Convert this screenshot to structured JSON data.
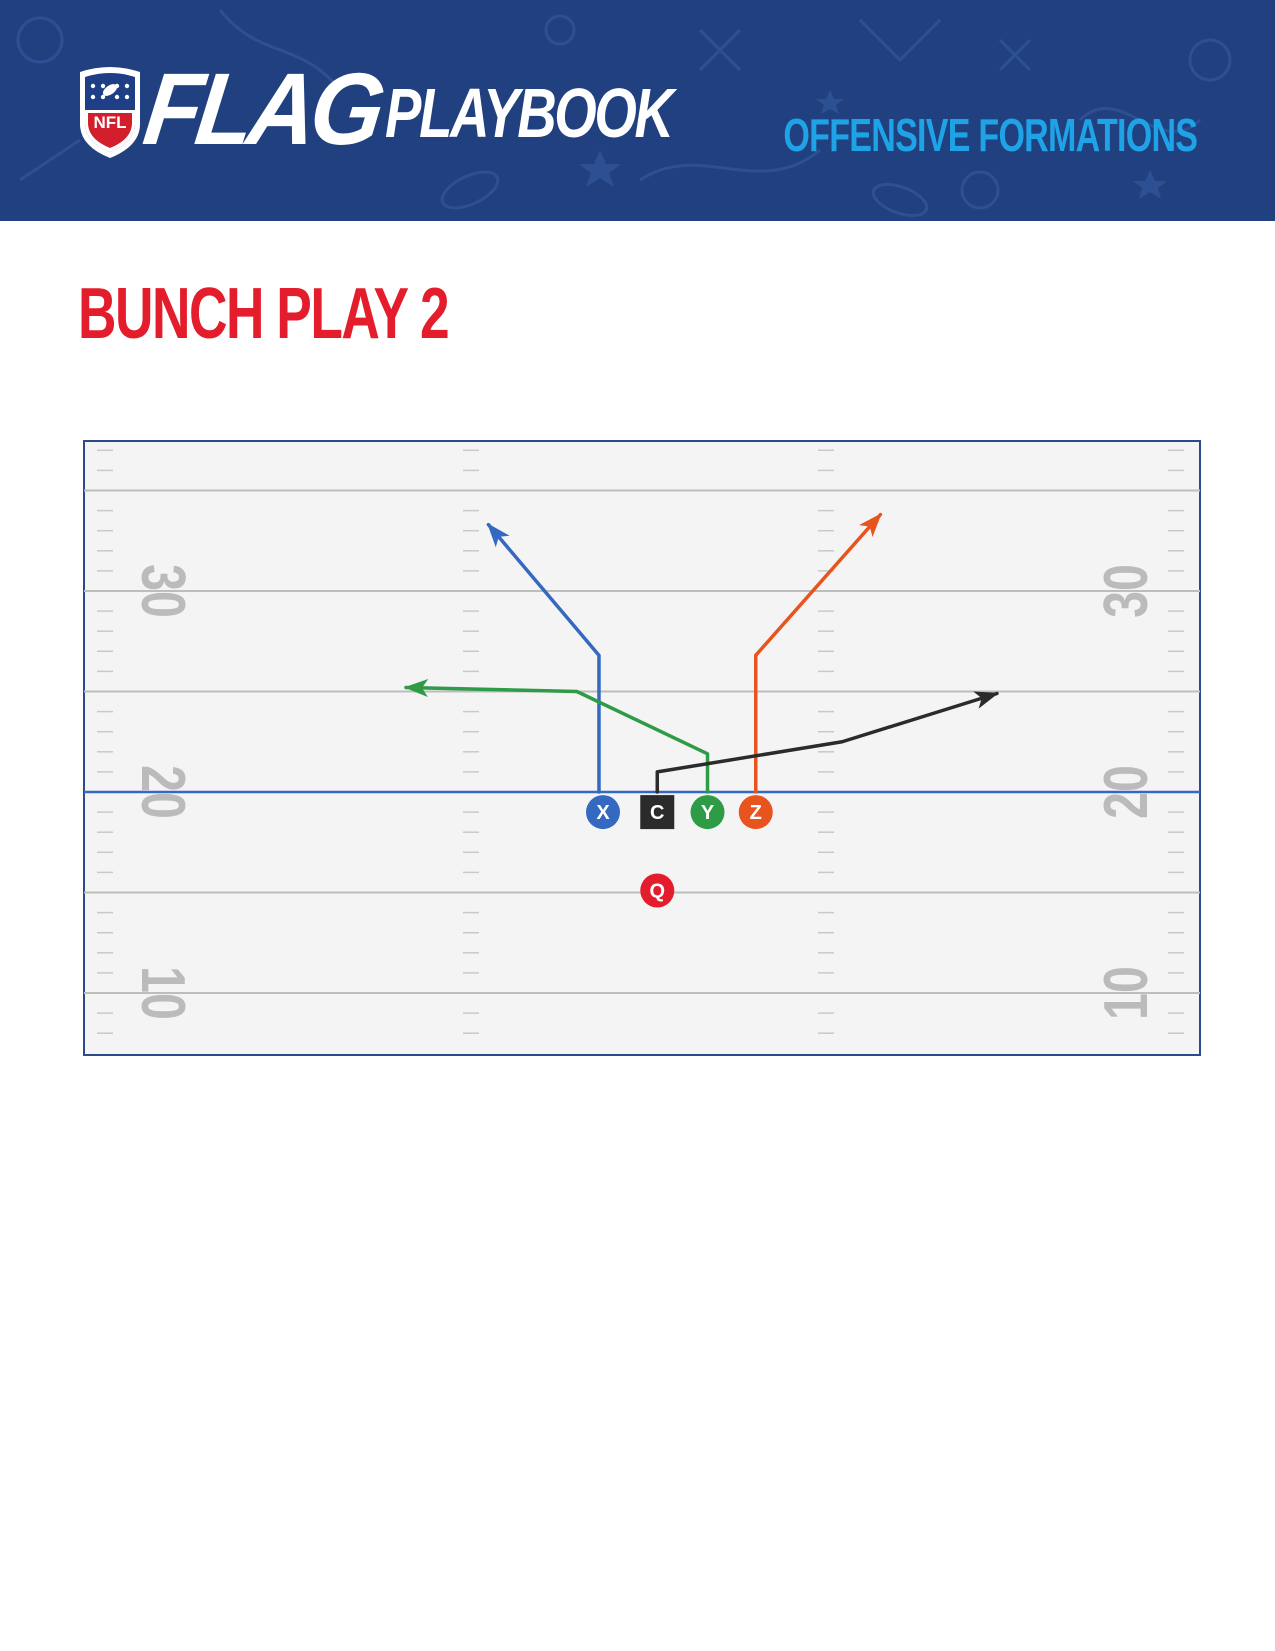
{
  "header": {
    "brand_flag": "FLAG",
    "brand_playbook": "PLAYBOOK",
    "logo_text": "NFL",
    "section_title": "OFFENSIVE FORMATIONS"
  },
  "play": {
    "title": "BUNCH PLAY 2"
  },
  "field": {
    "yard_numbers": [
      {
        "label": "30",
        "yard": 30
      },
      {
        "label": "20",
        "yard": 20
      },
      {
        "label": "10",
        "yard": 10
      }
    ],
    "line_of_scrimmage_yard": 20,
    "colors": {
      "turf": "#f4f4f4",
      "border": "#2d4a8a",
      "yard_line": "#bdbdbd",
      "number": "#bbbbbb",
      "scrimmage": "#3568c0"
    }
  },
  "players": [
    {
      "label": "X",
      "shape": "circle",
      "color": "#3568c0",
      "x": 0,
      "y": -1
    },
    {
      "label": "C",
      "shape": "square",
      "color": "#2b2b2b",
      "x": 2.7,
      "y": -1
    },
    {
      "label": "Y",
      "shape": "circle",
      "color": "#2e9b47",
      "x": 5.2,
      "y": -1
    },
    {
      "label": "Z",
      "shape": "circle",
      "color": "#e8541e",
      "x": 7.6,
      "y": -1
    },
    {
      "label": "Q",
      "shape": "circle",
      "color": "#e31d2b",
      "x": 2.7,
      "y": -4.9
    }
  ],
  "routes": [
    {
      "player": "X",
      "color": "#3568c0",
      "points": [
        [
          -0.2,
          0
        ],
        [
          -0.2,
          6.8
        ],
        [
          -5.7,
          13.3
        ]
      ]
    },
    {
      "player": "Y",
      "color": "#2e9b47",
      "points": [
        [
          5.2,
          0
        ],
        [
          5.2,
          1.9
        ],
        [
          -1.3,
          5.0
        ],
        [
          -9.8,
          5.2
        ]
      ]
    },
    {
      "player": "Z",
      "color": "#e8541e",
      "points": [
        [
          7.6,
          0
        ],
        [
          7.6,
          6.8
        ],
        [
          13.8,
          13.8
        ]
      ]
    },
    {
      "player": "C",
      "color": "#2b2b2b",
      "points": [
        [
          2.7,
          0
        ],
        [
          2.7,
          1.0
        ],
        [
          11.9,
          2.5
        ],
        [
          19.6,
          4.9
        ]
      ]
    }
  ]
}
